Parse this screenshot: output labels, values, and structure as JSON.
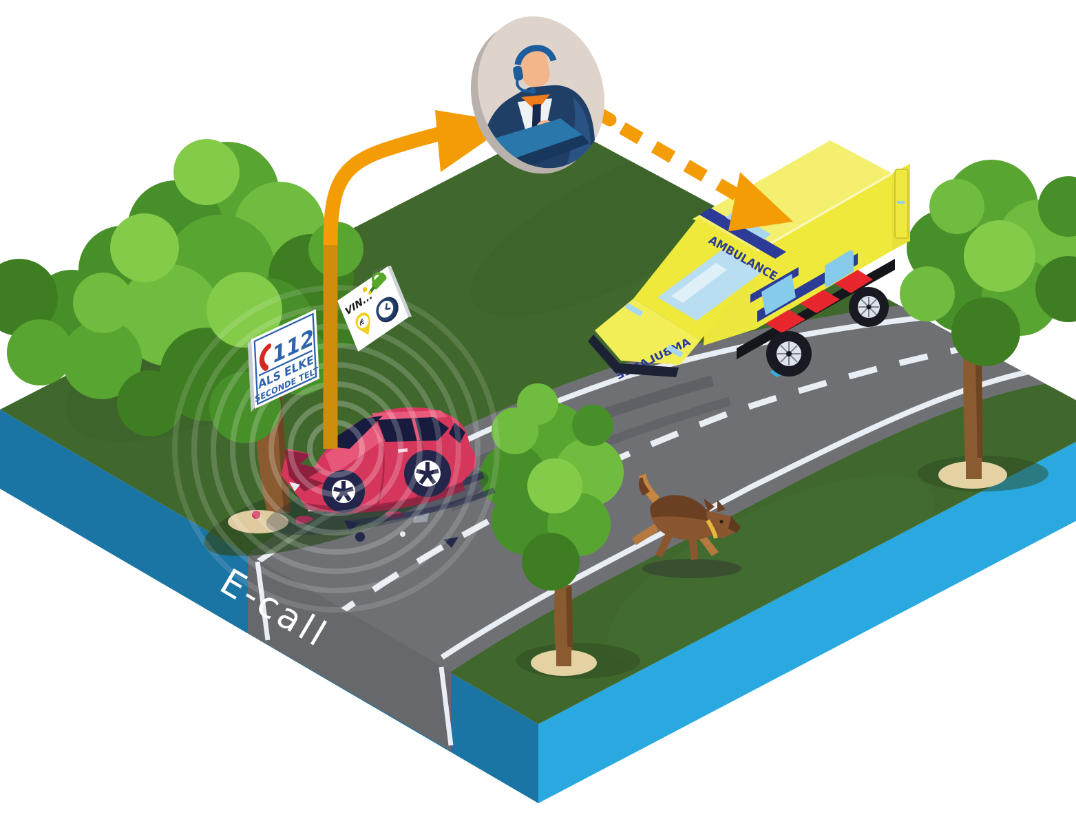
{
  "diagram": {
    "block_label": "E-call",
    "emergency_sign": {
      "number": "112",
      "line1": "ALS ELKE",
      "line2": "SECONDE TELT"
    },
    "data_card": {
      "label": "VIN..."
    },
    "ambulance": {
      "front_text": "AMBULANCE",
      "hood_text": "AMBULANCE"
    },
    "icons": {
      "sign_phone": "phone-handset",
      "card_fuel": "fuel-pump",
      "card_location": "location-pin",
      "card_clock": "clock",
      "operator": "call-center-operator-headset",
      "flow_car_to_operator": "solid-orange-arrow",
      "flow_operator_to_ambulance": "dashed-orange-arrow"
    },
    "colors": {
      "grass": "#40682d",
      "side_left": "#1a74a4",
      "side_right": "#2aa9e0",
      "road": "#6f7074",
      "road_face_cut": "#67686c",
      "road_line": "#e9eef4",
      "arrow": "#f49c05",
      "arrow_dark": "#cf8d0c",
      "sign_blue": "#2e63ad",
      "sign_red": "#d6281e",
      "ambulance_yellow": "#efe93c",
      "stripe_red": "#e8262d",
      "stripe_blue": "#2b3b97",
      "car_red": "#d5365c",
      "badge_bg": "#ded4cc"
    }
  }
}
